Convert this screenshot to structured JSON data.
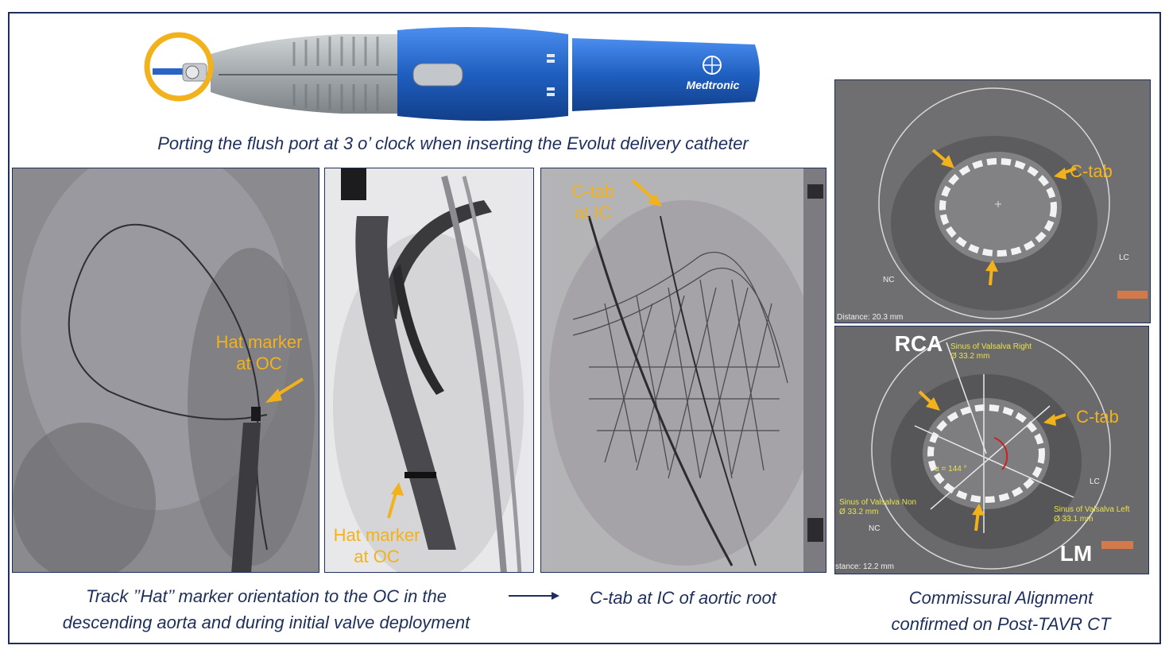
{
  "device": {
    "brand_text": "Medtronic",
    "caption": "Porting the flush port at 3 o’ clock when inserting the Evolut delivery catheter"
  },
  "panels": {
    "fluoro1": {
      "label": "Hat marker\nat OC"
    },
    "fluoro2": {
      "label": "Hat marker\nat OC"
    },
    "fluoro3": {
      "label": "C-tab\nat IC"
    },
    "ct_top": {
      "label": "C-tab",
      "nc": "NC",
      "lc": "LC",
      "distance": "Distance: 20.3 mm"
    },
    "ct_bottom": {
      "rca": "RCA",
      "lm": "LM",
      "ctab": "C-tab",
      "sinus_right": "Sinus of Valsalva Right\nØ 33.2 mm",
      "sinus_non": "Sinus of Valsalva Non\nØ 33.2 mm",
      "sinus_left": "Sinus of Valsalva Left\nØ 33.1 mm",
      "angle": "α = 144 °",
      "nc": "NC",
      "lc": "LC",
      "distance": "stance: 12.2 mm"
    }
  },
  "captions": {
    "track": "Track ’’Hat’’ marker orientation to the OC in the\ndescending aorta and during initial valve deployment",
    "ctab": "C-tab at IC of aortic root",
    "commissural": "Commissural Alignment\nconfirmed on Post-TAVR CT"
  },
  "colors": {
    "navy": "#1f2f5c",
    "accent": "#f2b21b",
    "device_blue": "#1f5fc0"
  }
}
